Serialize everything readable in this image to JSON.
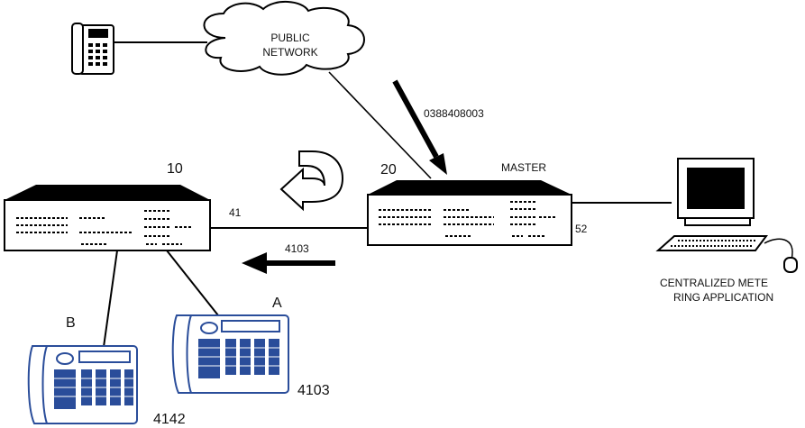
{
  "cloud": {
    "line1": "PUBLIC",
    "line2": "NETWORK"
  },
  "labels": {
    "dialed_number": "0388408003",
    "node_left": "10",
    "node_right": "20",
    "master": "MASTER",
    "link_left": "41",
    "link_right": "52",
    "transfer_number": "4103",
    "phone_a_letter": "A",
    "phone_b_letter": "B",
    "phone_a_ext": "4103",
    "phone_b_ext": "4142",
    "app_line1": "CENTRALIZED METE",
    "app_line2": "RING APPLICATION"
  },
  "colors": {
    "line": "#000000",
    "phone_blue": "#2a4d9a",
    "screen": "#000000"
  }
}
